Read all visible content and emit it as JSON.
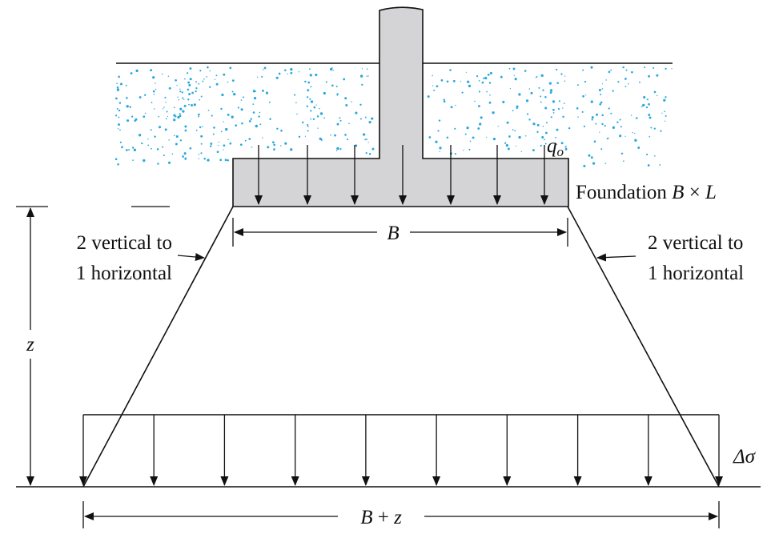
{
  "labels": {
    "load": "q",
    "load_sub": "o",
    "foundation_prefix": "Foundation ",
    "foundation_b": "B",
    "foundation_times": " × ",
    "foundation_l": "L",
    "width_b": "B",
    "slope_left_line1": "2 vertical to",
    "slope_left_line2": "1 horizontal",
    "slope_right_line1": "2 vertical to",
    "slope_right_line2": "1 horizontal",
    "depth_z": "z",
    "stress": "Δσ",
    "spread_b": "B",
    "spread_plus": " + ",
    "spread_z": "z"
  },
  "colors": {
    "concrete": "#d4d4d6",
    "soil_dots": "#29a8de",
    "ink": "#111111"
  }
}
